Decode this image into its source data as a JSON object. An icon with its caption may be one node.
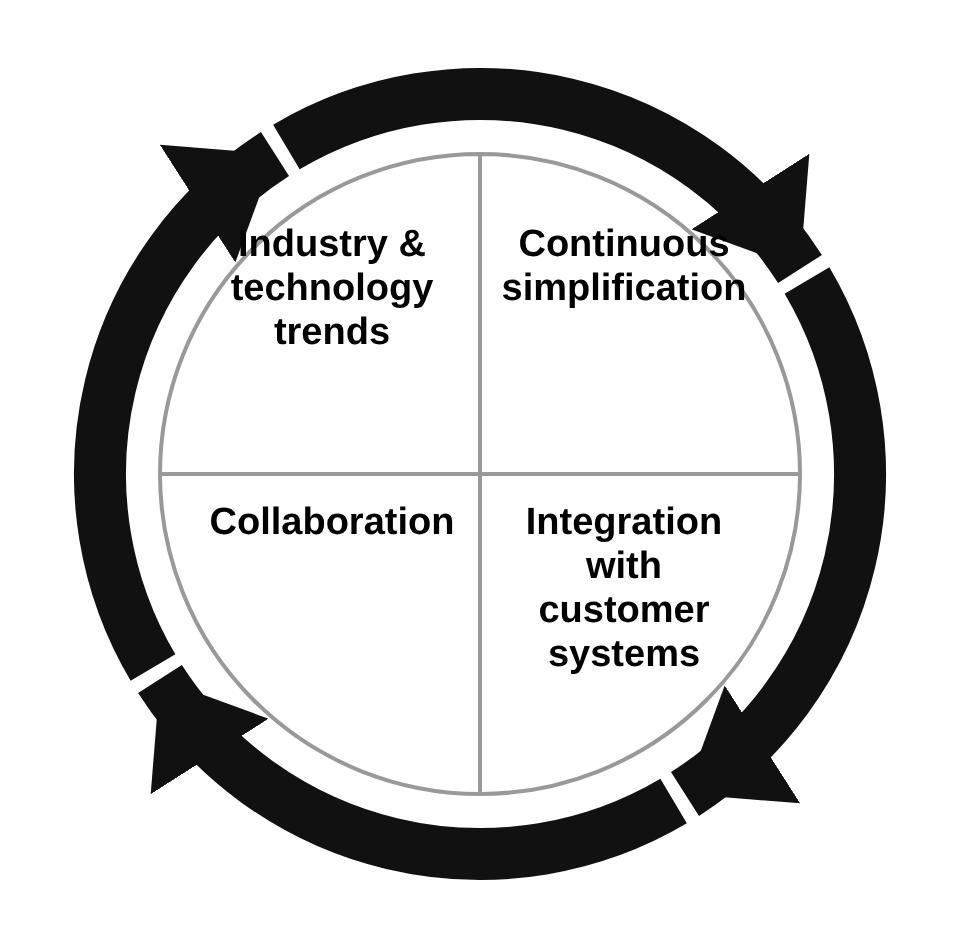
{
  "diagram": {
    "nodes": [
      {
        "text": [
          "Industry & technology trends"
        ]
      },
      {
        "text": [
          "Continuous simplification"
        ]
      },
      {
        "text": [
          "Collaboration"
        ]
      },
      {
        "text": [
          "Integration with customer systems"
        ]
      }
    ],
    "edges": [
      {
        "from": 0,
        "to": 1,
        "arrow": "to"
      },
      {
        "from": 1,
        "to": 3,
        "arrow": "to"
      },
      {
        "from": 3,
        "to": 2,
        "arrow": "to"
      },
      {
        "from": 2,
        "to": 0,
        "arrow": "to"
      }
    ]
  }
}
